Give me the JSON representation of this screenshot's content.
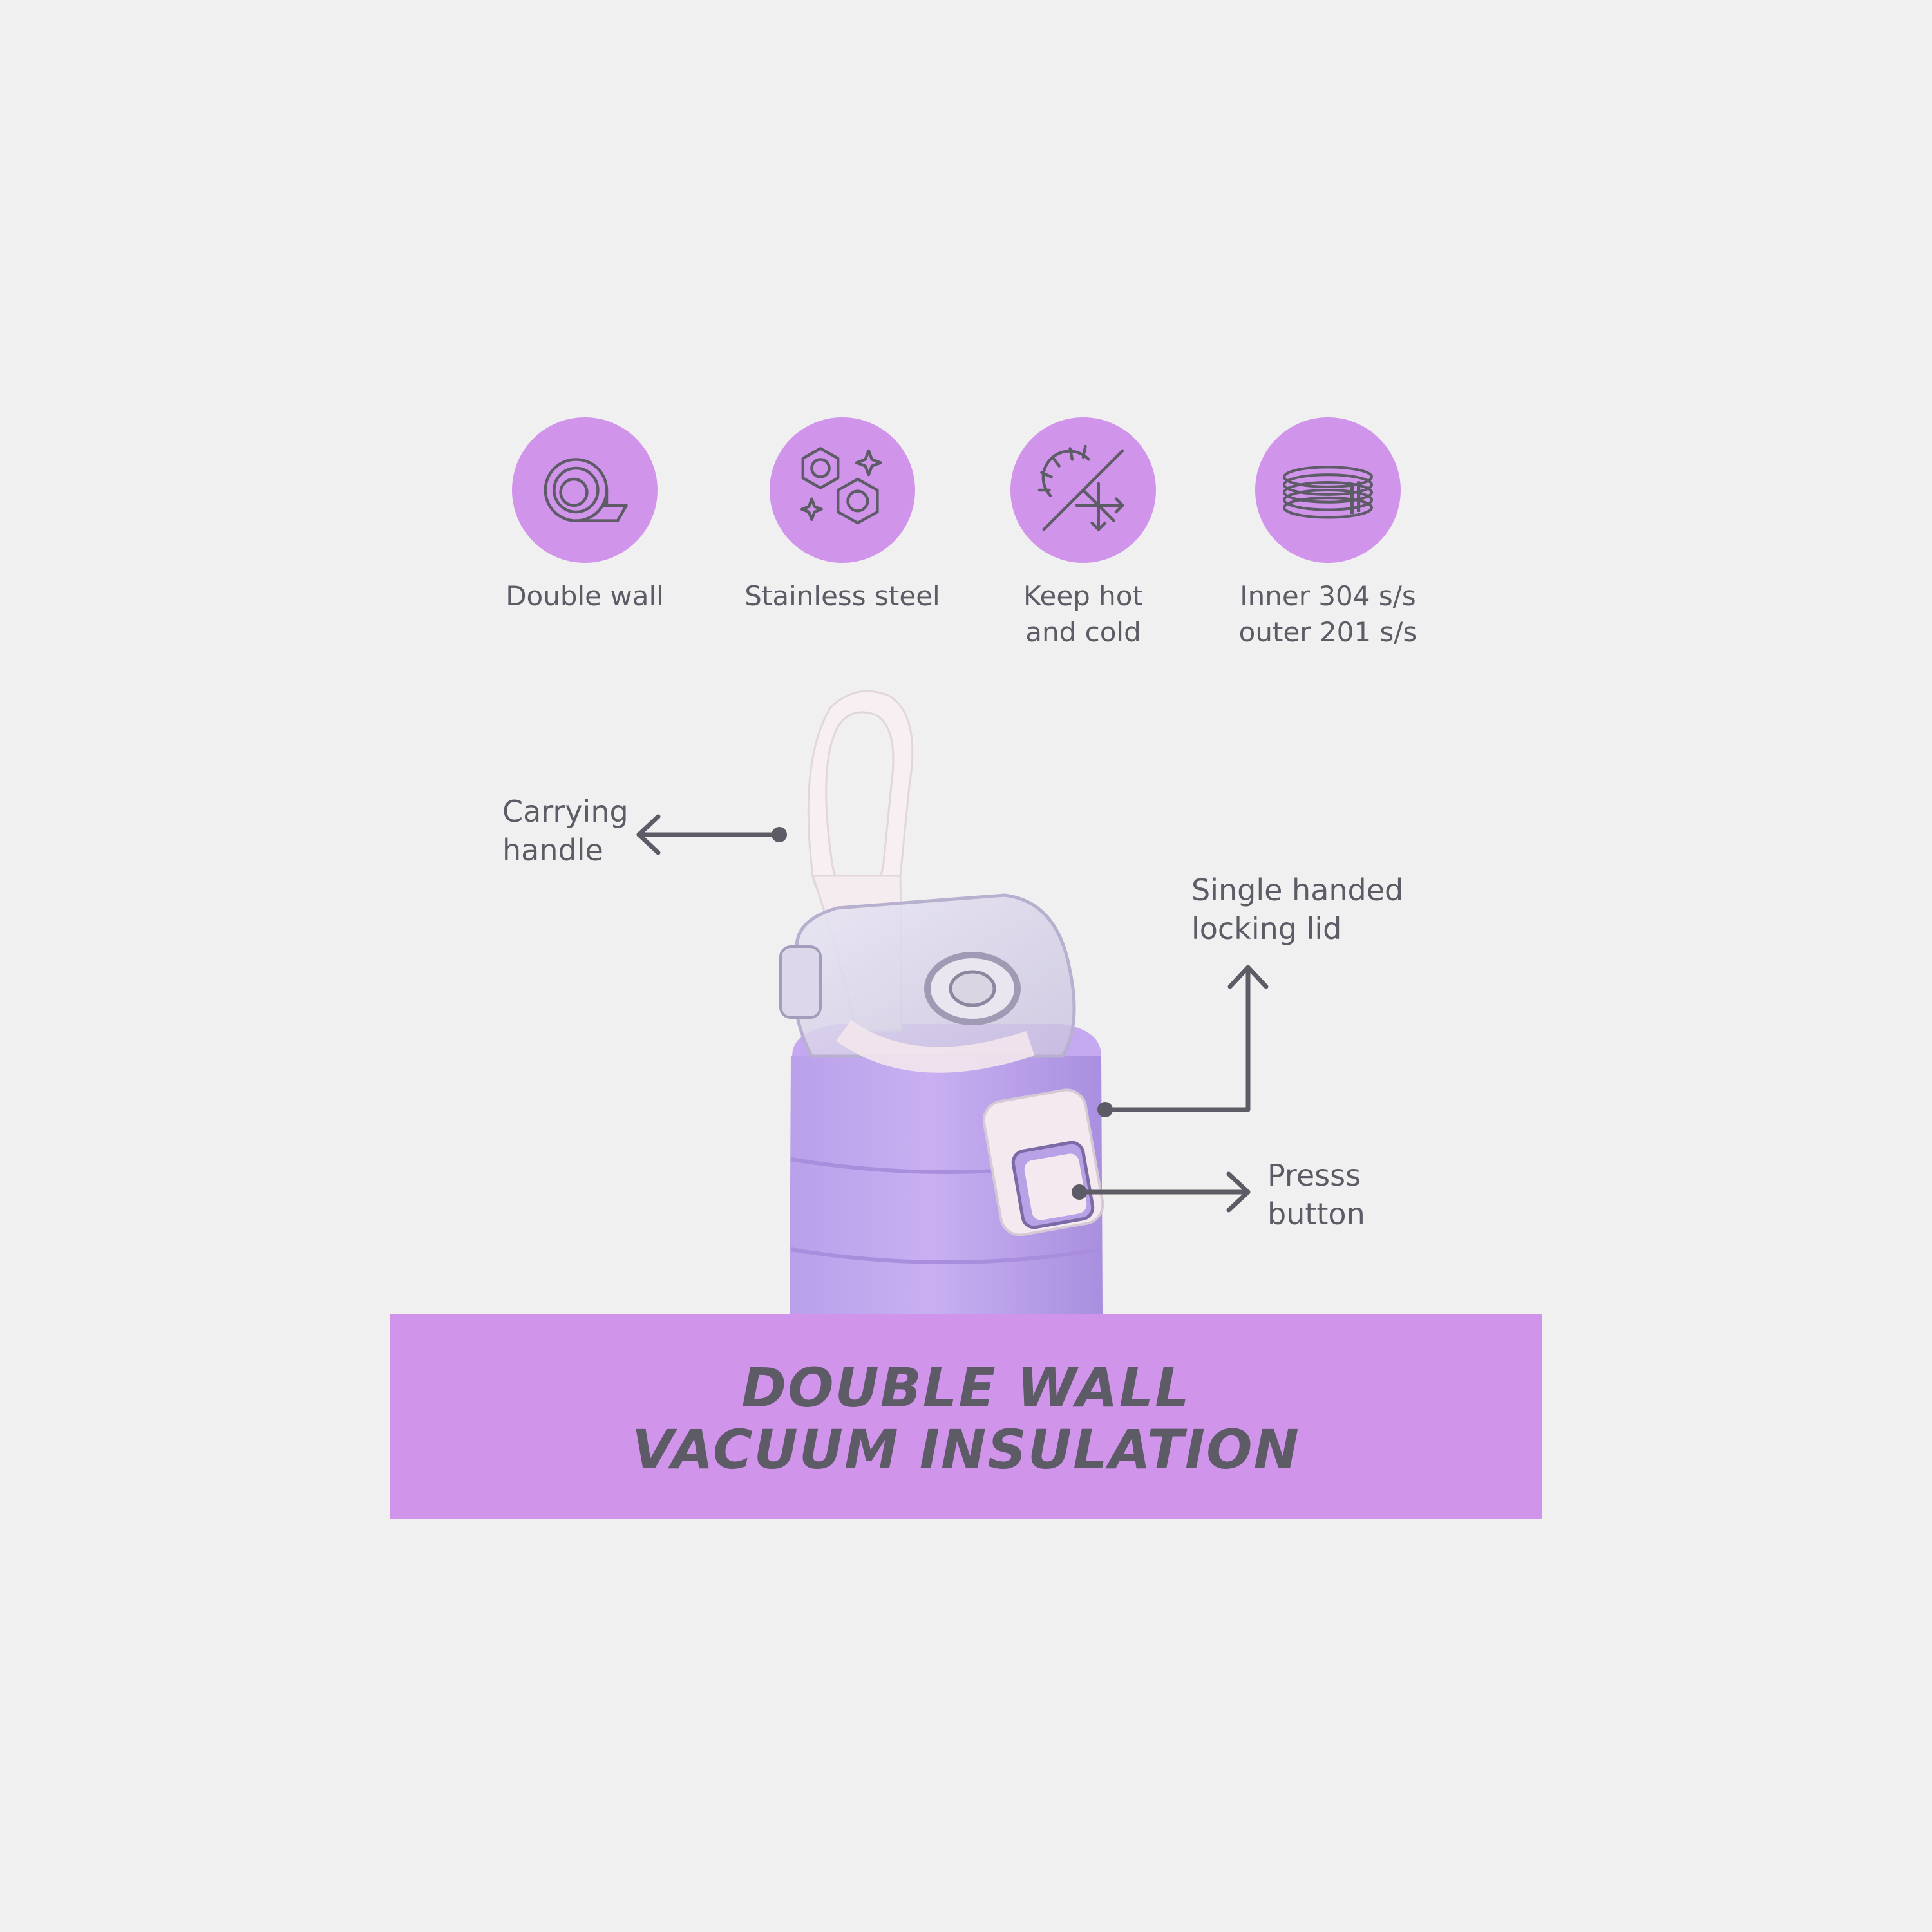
{
  "colors": {
    "background": "#f0f0f0",
    "accent": "#d094ea",
    "text": "#5c5b66",
    "bottle": "#c3aaef"
  },
  "features": [
    {
      "icon": "tape-roll-icon",
      "lines": [
        "Double  wall"
      ]
    },
    {
      "icon": "hex-nuts-icon",
      "lines": [
        "Stainless steel"
      ]
    },
    {
      "icon": "sun-snowflake-icon",
      "lines": [
        "Keep hot",
        "and cold"
      ]
    },
    {
      "icon": "coil-rings-icon",
      "lines": [
        "Inner 304 s/s",
        "outer 201 s/s"
      ]
    }
  ],
  "callouts": {
    "handle": [
      "Carrying",
      "handle"
    ],
    "lid": [
      "Single handed",
      "locking lid"
    ],
    "button": [
      "Presss",
      "button"
    ]
  },
  "banner": {
    "line1": "DOUBLE WALL",
    "line2": "VACUUM INSULATION"
  }
}
